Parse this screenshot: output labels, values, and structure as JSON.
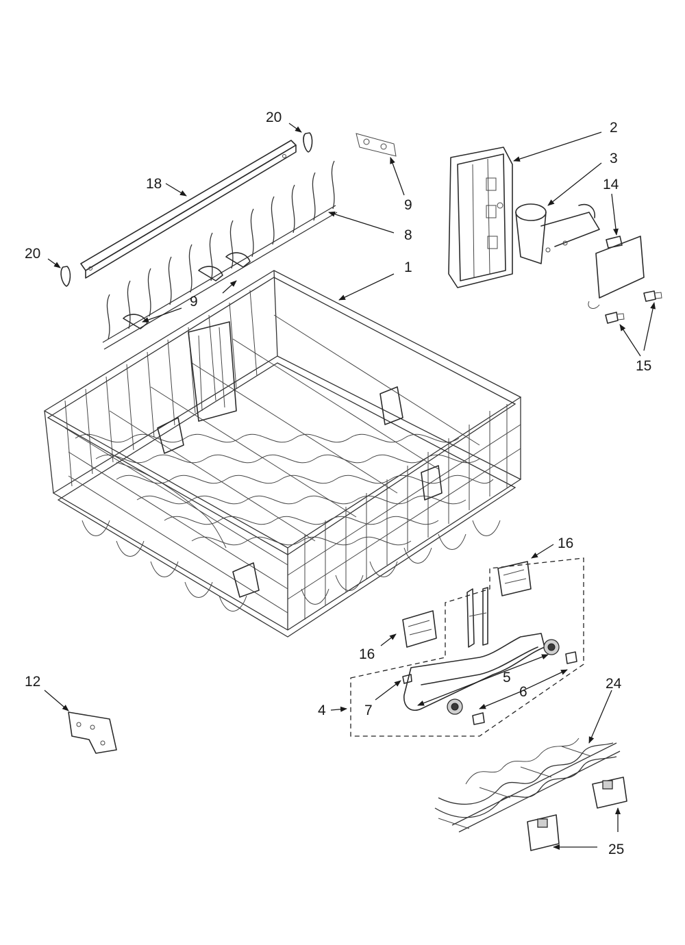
{
  "callouts": {
    "c1": "1",
    "c2": "2",
    "c3": "3",
    "c4": "4",
    "c5": "5",
    "c6": "6",
    "c7": "7",
    "c8": "8",
    "c9a": "9",
    "c9b": "9",
    "c12": "12",
    "c14": "14",
    "c15": "15",
    "c16a": "16",
    "c16b": "16",
    "c18": "18",
    "c20a": "20",
    "c20b": "20",
    "c24": "24",
    "c25": "25"
  }
}
